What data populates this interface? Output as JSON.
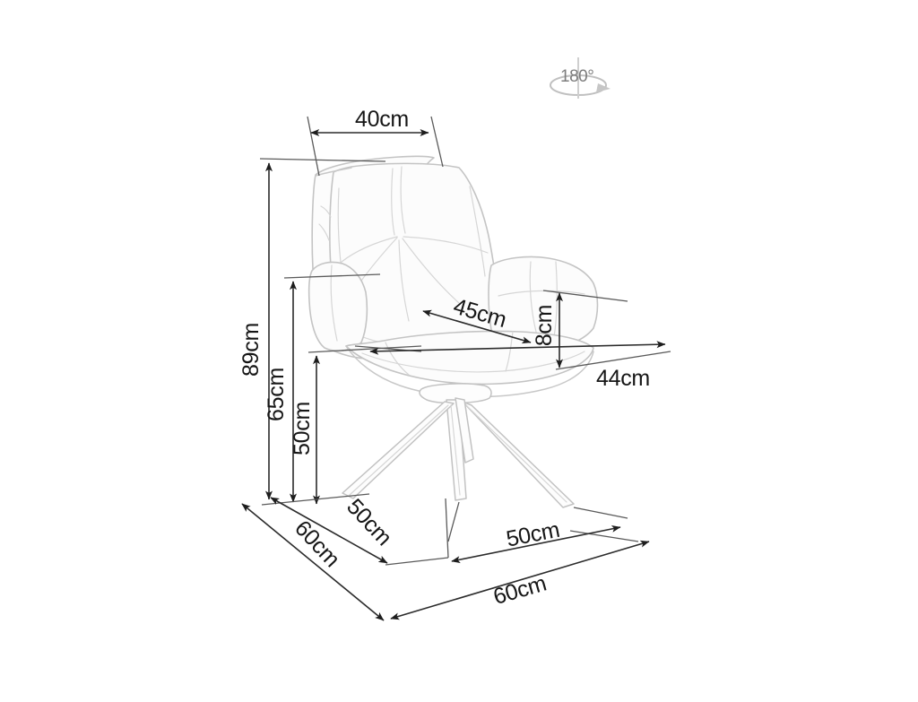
{
  "page": {
    "type": "product-dimension-drawing",
    "subject": "swivel armchair",
    "background_color": "#ffffff",
    "line_color": "#c8c8c8",
    "dimension_color": "#161616"
  },
  "rotation_badge": {
    "label": "180°",
    "icon": "rotation-icon",
    "color": "#7d7d7d"
  },
  "dimensions": {
    "backrest_width": "40cm",
    "total_height": "89cm",
    "back_height": "65cm",
    "seat_height": "50cm",
    "seat_depth": "45cm",
    "armrest_height": "8cm",
    "seat_width": "44cm",
    "base_depth_left": "50cm",
    "base_width_left": "60cm",
    "base_depth_right": "50cm",
    "base_width_right": "60cm"
  },
  "labels": {
    "d40": "40cm",
    "d89": "89cm",
    "d65": "65cm",
    "d50_seat": "50cm",
    "d45": "45cm",
    "d8": "8cm",
    "d44": "44cm",
    "d50_left": "50cm",
    "d60_left": "60cm",
    "d50_right": "50cm",
    "d60_right": "60cm"
  }
}
